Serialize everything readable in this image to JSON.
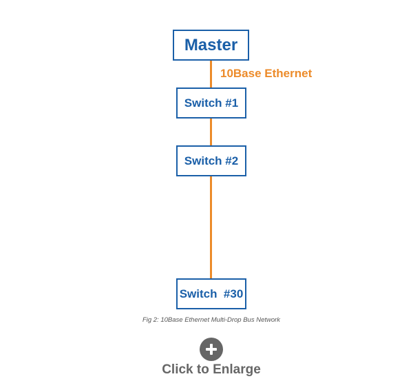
{
  "diagram": {
    "nodes": [
      {
        "id": "master",
        "label": "Master"
      },
      {
        "id": "switch-1",
        "label": "Switch #1"
      },
      {
        "id": "switch-2",
        "label": "Switch #2"
      },
      {
        "id": "switch-30",
        "label": "Switch  #30"
      }
    ],
    "edges": [
      {
        "from": "master",
        "to": "switch-1"
      },
      {
        "from": "switch-1",
        "to": "switch-2"
      },
      {
        "from": "switch-2",
        "to": "switch-30"
      }
    ],
    "bus_label": "10Base Ethernet",
    "caption": "Fig 2: 10Base Ethernet Multi-Drop Bus Network"
  },
  "enlarge": {
    "icon": "plus-icon",
    "label": "Click to Enlarge"
  },
  "colors": {
    "node_border": "#1a5fa8",
    "node_text": "#1a5fa8",
    "bus_line": "#ec8b2a",
    "bus_label": "#ec8b2a",
    "enlarge": "#666666"
  }
}
